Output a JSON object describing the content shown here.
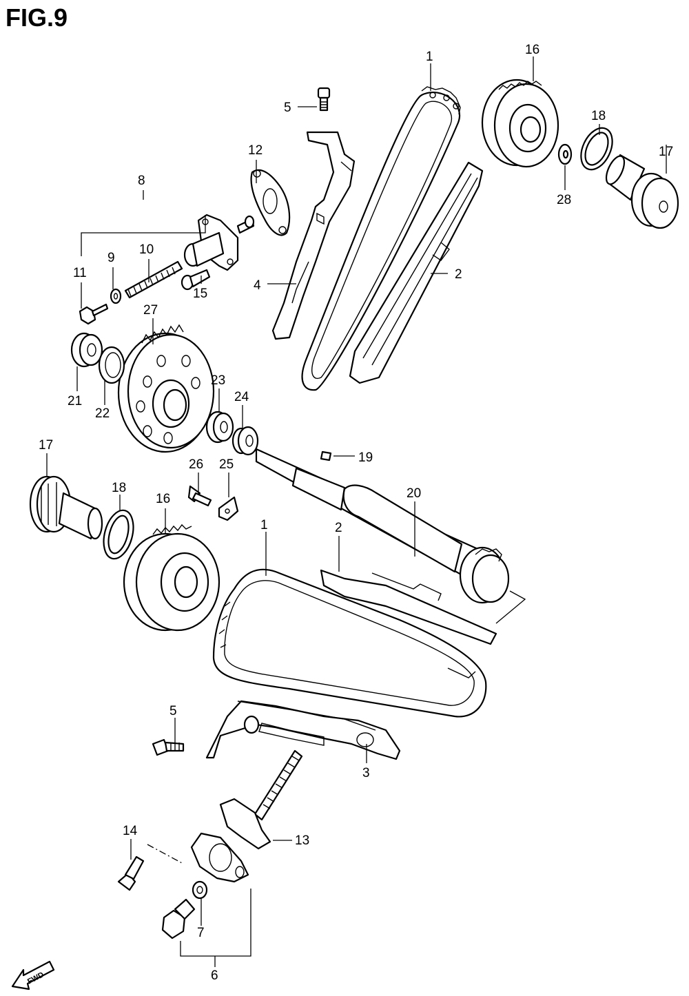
{
  "figure": {
    "title": "FIG.9",
    "direction_label": "FWD"
  },
  "callouts": [
    {
      "id": "c-1a",
      "text": "1"
    },
    {
      "id": "c-16a",
      "text": "16"
    },
    {
      "id": "c-5a",
      "text": "5"
    },
    {
      "id": "c-12",
      "text": "12"
    },
    {
      "id": "c-8",
      "text": "8"
    },
    {
      "id": "c-18a",
      "text": "18"
    },
    {
      "id": "c-17a",
      "text": "17"
    },
    {
      "id": "c-28",
      "text": "28"
    },
    {
      "id": "c-2a",
      "text": "2"
    },
    {
      "id": "c-4",
      "text": "4"
    },
    {
      "id": "c-11",
      "text": "11"
    },
    {
      "id": "c-9",
      "text": "9"
    },
    {
      "id": "c-10",
      "text": "10"
    },
    {
      "id": "c-15",
      "text": "15"
    },
    {
      "id": "c-27",
      "text": "27"
    },
    {
      "id": "c-21",
      "text": "21"
    },
    {
      "id": "c-22",
      "text": "22"
    },
    {
      "id": "c-23",
      "text": "23"
    },
    {
      "id": "c-24",
      "text": "24"
    },
    {
      "id": "c-19",
      "text": "19"
    },
    {
      "id": "c-17b",
      "text": "17"
    },
    {
      "id": "c-26",
      "text": "26"
    },
    {
      "id": "c-25",
      "text": "25"
    },
    {
      "id": "c-18b",
      "text": "18"
    },
    {
      "id": "c-16b",
      "text": "16"
    },
    {
      "id": "c-20",
      "text": "20"
    },
    {
      "id": "c-1b",
      "text": "1"
    },
    {
      "id": "c-2b",
      "text": "2"
    },
    {
      "id": "c-5b",
      "text": "5"
    },
    {
      "id": "c-3",
      "text": "3"
    },
    {
      "id": "c-14",
      "text": "14"
    },
    {
      "id": "c-13",
      "text": "13"
    },
    {
      "id": "c-7",
      "text": "7"
    },
    {
      "id": "c-6",
      "text": "6"
    }
  ]
}
